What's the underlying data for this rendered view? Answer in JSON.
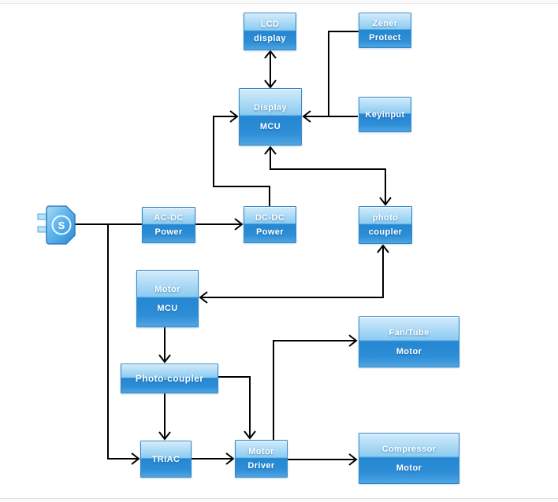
{
  "colors": {
    "canvas_bg": "#ffffff",
    "edge_strip": "#fafafa",
    "connector": "#000000",
    "node_border": "#3584c4",
    "node_gradient_top": "#d3ecfb",
    "node_gradient_light": "#8ccbf1",
    "node_gradient_dark": "#2487d1",
    "node_gradient_bottom": "#4fa5e1",
    "label_text": "#ffffff"
  },
  "plug": {
    "label": "S"
  },
  "nodes": {
    "lcd_display": {
      "line1": "LCD",
      "line2": "display"
    },
    "zener_protect": {
      "line1": "Zener",
      "line2": "Protect"
    },
    "display_mcu": {
      "line1": "Display",
      "line2": "MCU"
    },
    "keyinput": {
      "line1": "Keyinput"
    },
    "ac_dc_power": {
      "line1": "AC-DC",
      "line2": "Power"
    },
    "dc_dc_power": {
      "line1": "DC-DC",
      "line2": "Power"
    },
    "photo_coupler": {
      "line1": "photo",
      "line2": "coupler"
    },
    "motor_mcu": {
      "line1": "Motor",
      "line2": "MCU"
    },
    "photo_coupler_2": {
      "line1": "Photo-coupler"
    },
    "fan_tube_motor": {
      "line1": "Fan/Tube",
      "line2": "Motor"
    },
    "triac": {
      "line1": "TRIAC"
    },
    "motor_driver": {
      "line1": "Motor",
      "line2": "Driver"
    },
    "compressor_motor": {
      "line1": "Compressor",
      "line2": "Motor"
    }
  }
}
